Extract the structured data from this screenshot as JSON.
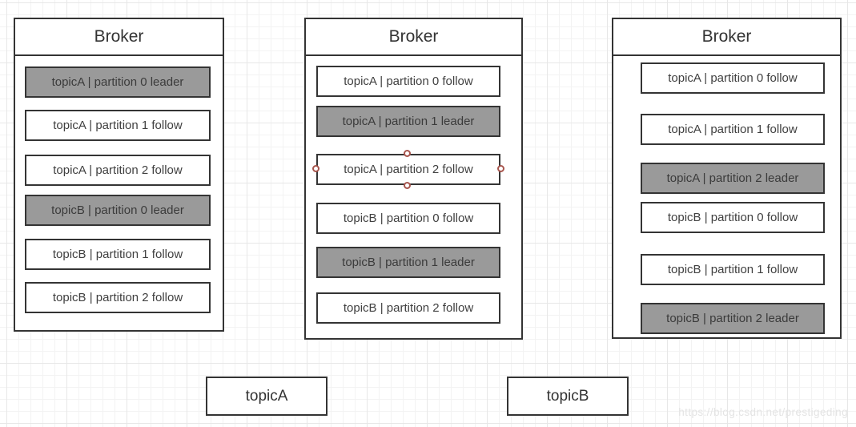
{
  "colors": {
    "shape_border": "#343434",
    "leader_fill": "#9a9a9a",
    "selection_handle": "#a8564e",
    "grid_minor": "#f3f3f3",
    "grid_major": "#e7e7e7",
    "watermark_color": "#e4e4e4"
  },
  "brokers": [
    {
      "title": "Broker",
      "partitions": [
        {
          "label": "topicA | partition 0 leader",
          "leader": true,
          "selected": false
        },
        {
          "label": "topicA | partition 1 follow",
          "leader": false,
          "selected": false
        },
        {
          "label": "topicA | partition 2 follow",
          "leader": false,
          "selected": false
        },
        {
          "label": "topicB | partition 0 leader",
          "leader": true,
          "selected": false
        },
        {
          "label": "topicB | partition 1 follow",
          "leader": false,
          "selected": false
        },
        {
          "label": "topicB | partition 2 follow",
          "leader": false,
          "selected": false
        }
      ]
    },
    {
      "title": "Broker",
      "partitions": [
        {
          "label": "topicA | partition 0 follow",
          "leader": false,
          "selected": false
        },
        {
          "label": "topicA | partition 1 leader",
          "leader": true,
          "selected": false
        },
        {
          "label": "topicA | partition 2 follow",
          "leader": false,
          "selected": true
        },
        {
          "label": "topicB | partition 0 follow",
          "leader": false,
          "selected": false
        },
        {
          "label": "topicB | partition 1 leader",
          "leader": true,
          "selected": false
        },
        {
          "label": "topicB | partition 2 follow",
          "leader": false,
          "selected": false
        }
      ]
    },
    {
      "title": "Broker",
      "partitions": [
        {
          "label": "topicA | partition 0 follow",
          "leader": false,
          "selected": false
        },
        {
          "label": "topicA | partition 1 follow",
          "leader": false,
          "selected": false
        },
        {
          "label": "topicA | partition 2 leader",
          "leader": true,
          "selected": false
        },
        {
          "label": "topicB | partition 0 follow",
          "leader": false,
          "selected": false
        },
        {
          "label": "topicB | partition 1 follow",
          "leader": false,
          "selected": false
        },
        {
          "label": "topicB | partition 2 leader",
          "leader": true,
          "selected": false
        }
      ]
    }
  ],
  "topics": [
    {
      "label": "topicA"
    },
    {
      "label": "topicB"
    }
  ],
  "watermark": "https://blog.csdn.net/prestigeding"
}
